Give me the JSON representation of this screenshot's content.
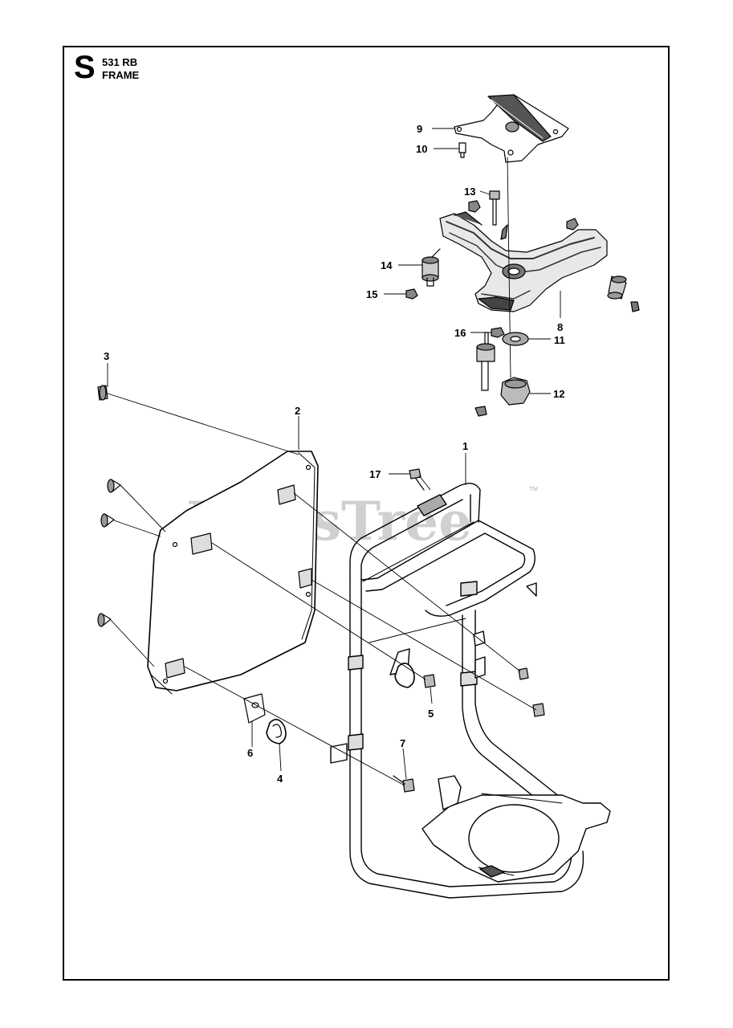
{
  "header": {
    "section_letter": "S",
    "model": "531 RB",
    "title": "FRAME"
  },
  "watermark": {
    "text": "PartsTree",
    "trademark": "™"
  },
  "callouts": [
    {
      "id": "1",
      "label": "1"
    },
    {
      "id": "2",
      "label": "2"
    },
    {
      "id": "3",
      "label": "3"
    },
    {
      "id": "4",
      "label": "4"
    },
    {
      "id": "5",
      "label": "5"
    },
    {
      "id": "6",
      "label": "6"
    },
    {
      "id": "7",
      "label": "7"
    },
    {
      "id": "8",
      "label": "8"
    },
    {
      "id": "9",
      "label": "9"
    },
    {
      "id": "10",
      "label": "10"
    },
    {
      "id": "11",
      "label": "11"
    },
    {
      "id": "12",
      "label": "12"
    },
    {
      "id": "13",
      "label": "13"
    },
    {
      "id": "14",
      "label": "14"
    },
    {
      "id": "15",
      "label": "15"
    },
    {
      "id": "16",
      "label": "16"
    },
    {
      "id": "17",
      "label": "17"
    }
  ],
  "colors": {
    "line": "#000000",
    "watermark": "#c8c8c8"
  }
}
